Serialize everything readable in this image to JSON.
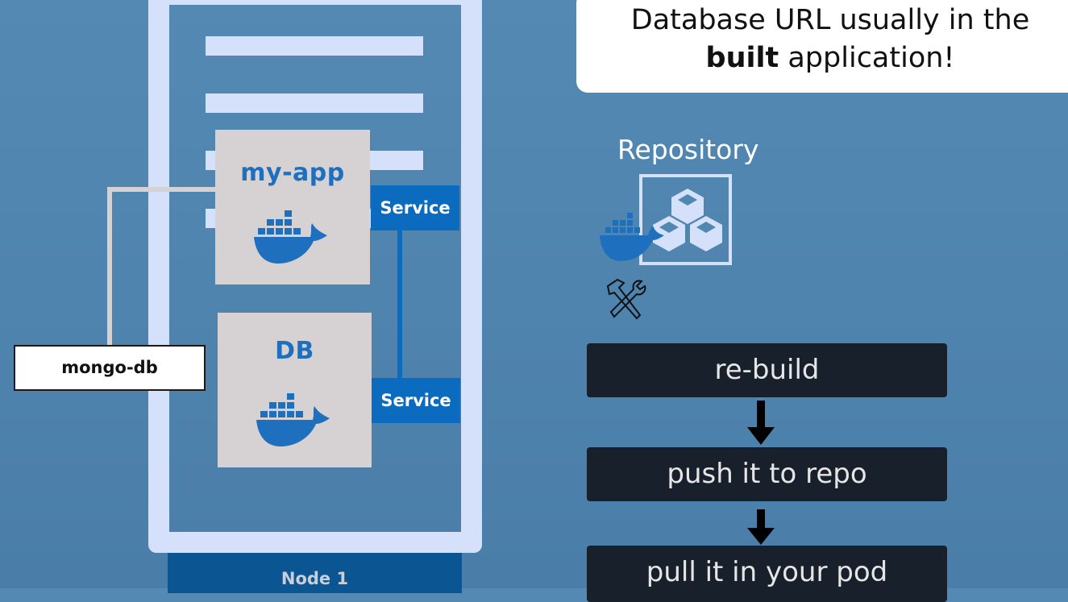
{
  "callout": {
    "line1": "Database URL usually in the",
    "bold_word": "built",
    "line2_rest": " application!"
  },
  "node": {
    "label": "Node 1"
  },
  "pods": [
    {
      "title": "my-app",
      "icon": "docker-whale-icon"
    },
    {
      "title": "DB",
      "icon": "docker-whale-icon"
    }
  ],
  "services": [
    {
      "label": "Service"
    },
    {
      "label": "Service"
    }
  ],
  "config_label": "mongo-db",
  "repository": {
    "title": "Repository",
    "icons": [
      "docker-whale-icon",
      "cubes-icon",
      "hammer-wrench-icon"
    ]
  },
  "steps": [
    {
      "label": "re-build"
    },
    {
      "label": "push it to repo"
    },
    {
      "label": "pull it in your pod"
    }
  ],
  "colors": {
    "background": "#5088b2",
    "frame": "#d5e0fb",
    "pod_fill": "#d6d1d3",
    "docker_blue": "#1f6fbf",
    "service_blue": "#0a6bbf",
    "node_bar": "#0b5593",
    "step_fill": "#18202b"
  }
}
